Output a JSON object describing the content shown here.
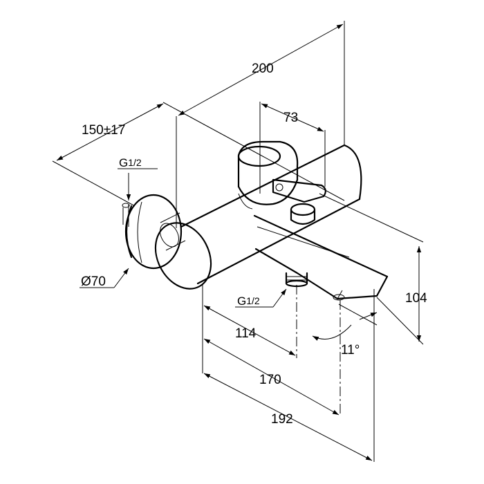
{
  "drawing": {
    "dim_width_total": "200",
    "dim_wall_offset": "150±17",
    "dim_lever_offset": "73",
    "dim_height": "104",
    "dim_spout_114": "114",
    "dim_spout_170": "170",
    "dim_spout_192": "192",
    "dim_angle": "11°",
    "dim_rosette_diameter": "Ø70",
    "thread_inlet_prefix": "G",
    "thread_inlet_fraction": "1/2",
    "thread_outlet_prefix": "G",
    "thread_outlet_fraction": "1/2"
  }
}
